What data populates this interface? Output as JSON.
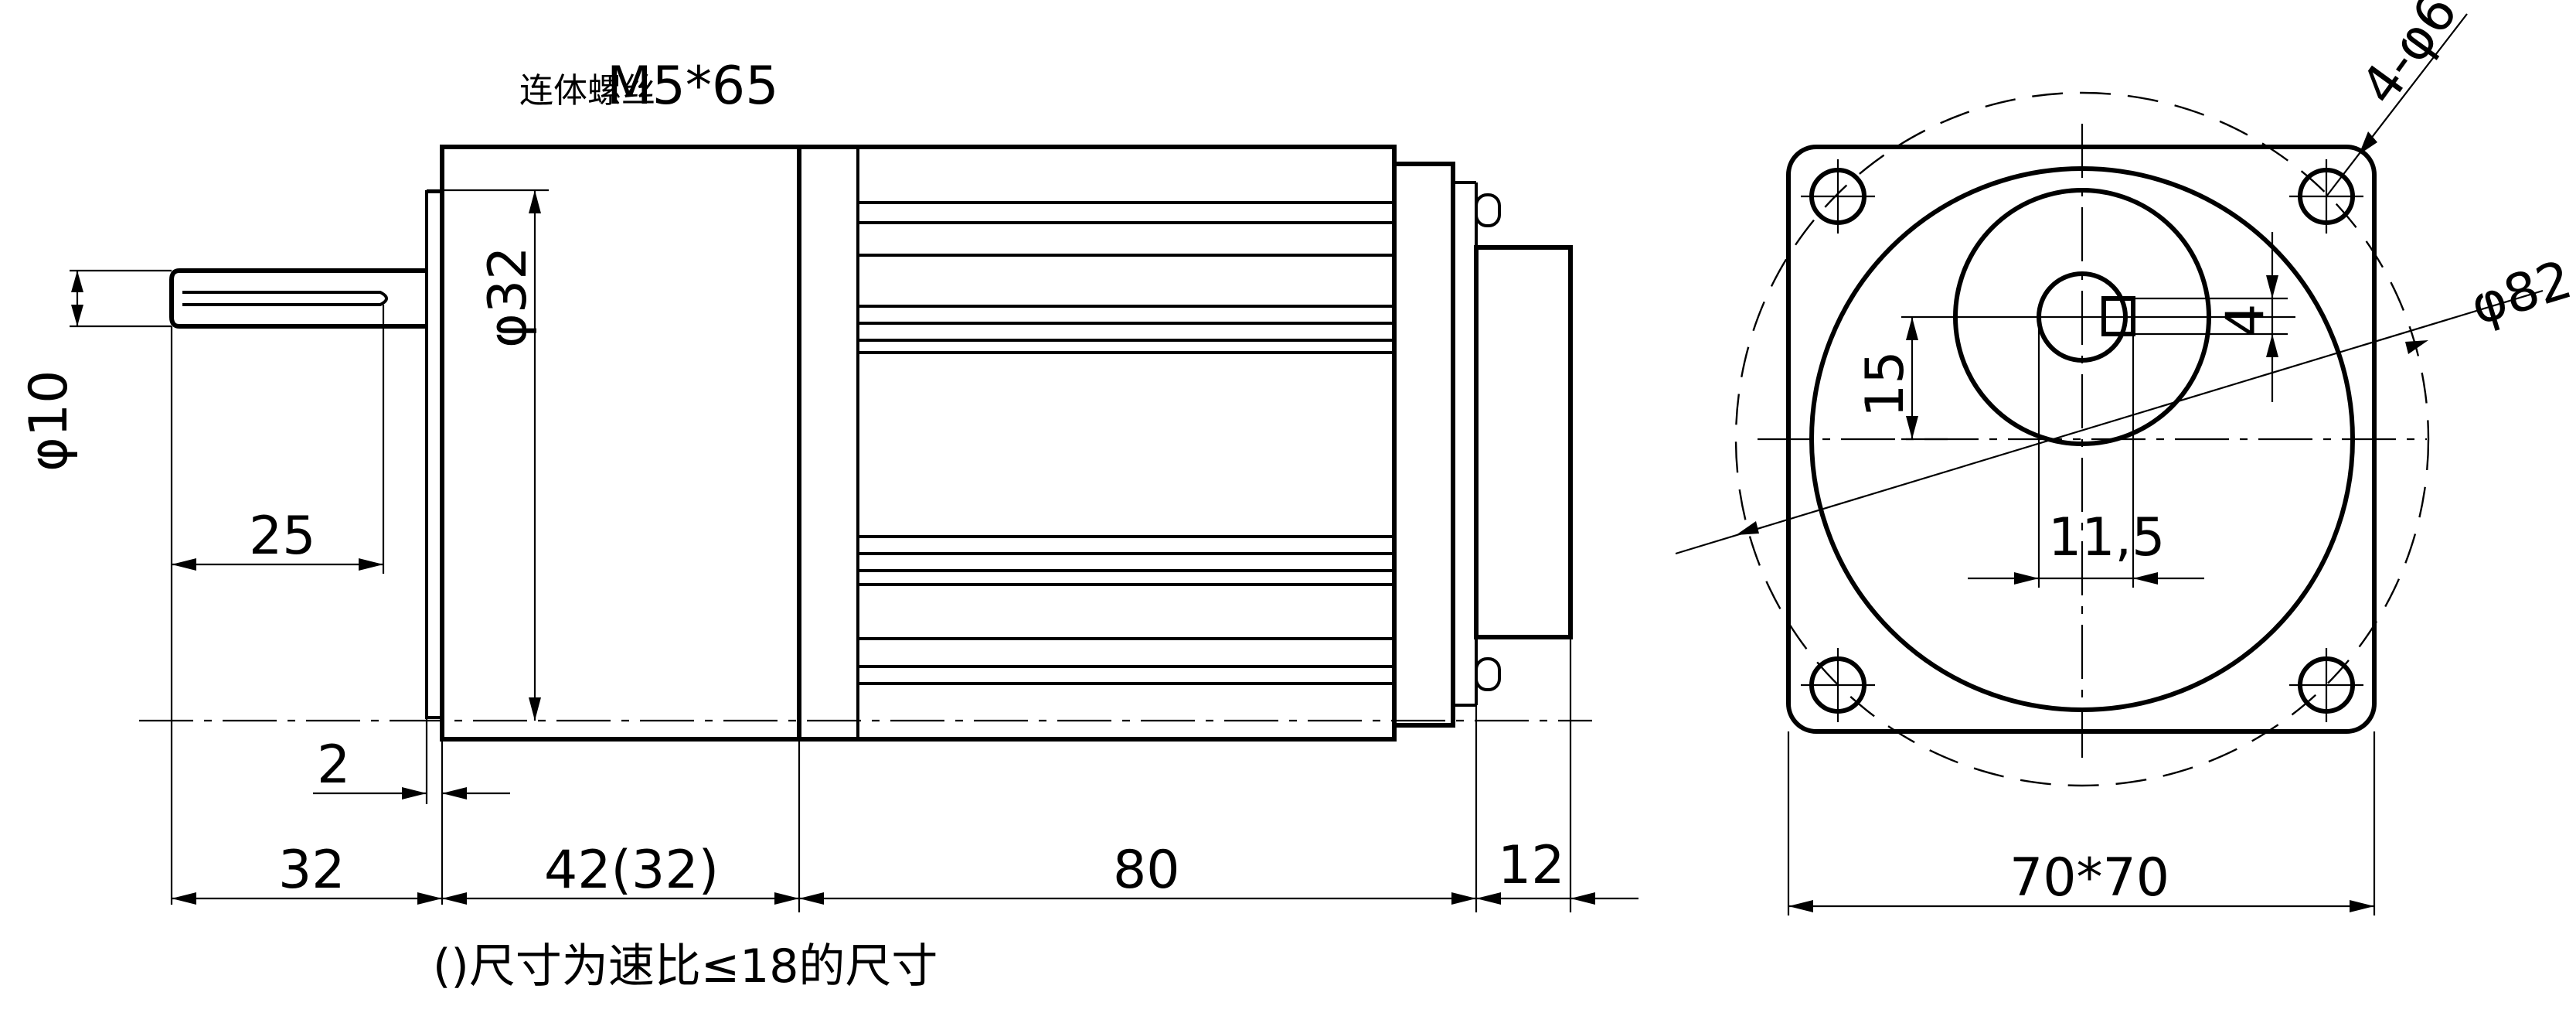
{
  "labels": {
    "screw_spec": "M5*65",
    "screw_cn": "连体螺丝",
    "d10": "φ10",
    "d32": "φ32",
    "dim25": "25",
    "dim2": "2",
    "dim32": "32",
    "dim42": "42(32)",
    "dim80": "80",
    "dim12": "12",
    "note": "()尺寸为速比≤18的尺寸",
    "holes": "4-φ6",
    "d82": "φ82",
    "dim4": "4",
    "dim15": "15",
    "dim11_5": "11,5",
    "dim70x70": "70*70"
  }
}
